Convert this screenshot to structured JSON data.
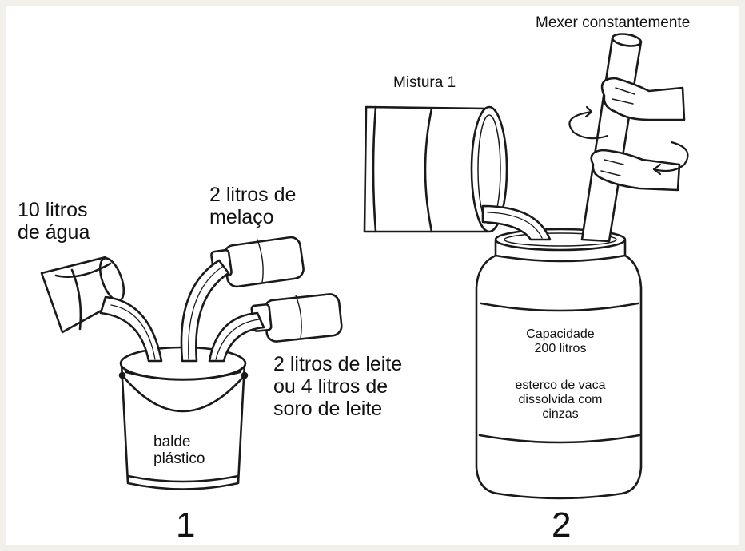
{
  "step1": {
    "water": "10 litros\nde água",
    "molasses": "2 litros de\nmelaço",
    "milk": "2 litros de leite\nou 4 litros de\nsoro de leite",
    "bucket": "balde\nplástico",
    "number": "1"
  },
  "step2": {
    "stir": "Mexer constantemente",
    "mix": "Mistura 1",
    "capacity": "Capacidade\n200 litros",
    "contents": "esterco de vaca\ndissolvida com\ncinzas",
    "number": "2"
  }
}
